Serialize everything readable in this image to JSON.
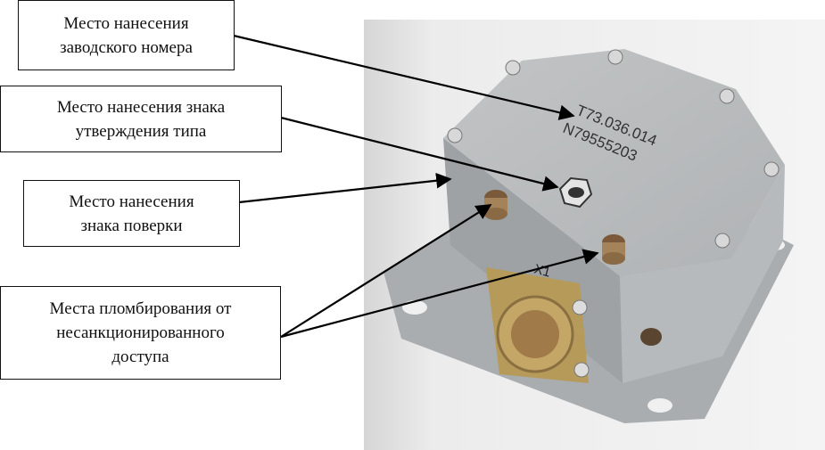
{
  "callouts": [
    {
      "lines": [
        "Место нанесения",
        "заводского номера"
      ]
    },
    {
      "lines": [
        "Место нанесения знака",
        "утверждения типа"
      ]
    },
    {
      "lines": [
        "Место нанесения",
        "знака поверки"
      ]
    },
    {
      "lines": [
        "Места пломбирования от",
        "несанкционированного",
        "доступа"
      ]
    }
  ],
  "device": {
    "model_number": "T73.036.014",
    "serial_number": "N79555203",
    "connector_label": "X1"
  }
}
